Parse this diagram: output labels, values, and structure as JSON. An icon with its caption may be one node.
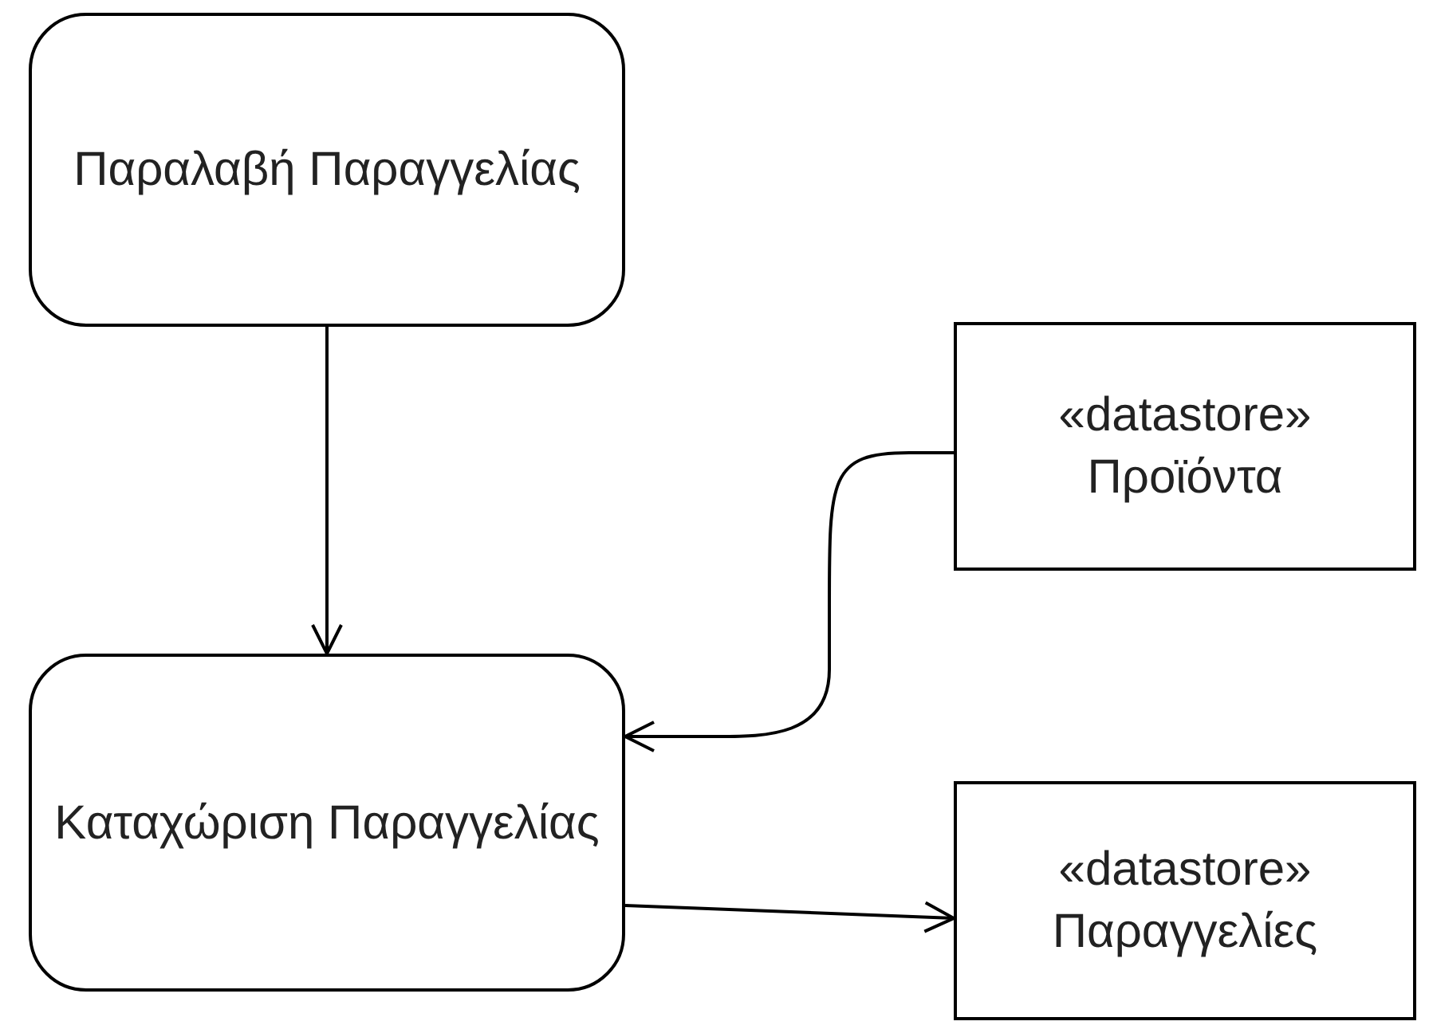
{
  "diagram": {
    "nodes": [
      {
        "text": [
          "Παραλαβή Παραγγελίας"
        ]
      },
      {
        "text": [
          "«datastore» Προϊόντα"
        ]
      },
      {
        "text": [
          "Καταχώριση Παραγγελίας"
        ]
      },
      {
        "text": [
          "«datastore» Παραγγελίες"
        ]
      }
    ],
    "edges": [
      {
        "from": 0,
        "to": 2,
        "arrow": "to"
      },
      {
        "from": 1,
        "to": 2,
        "arrow": "to"
      },
      {
        "from": 2,
        "to": 3,
        "arrow": "to"
      }
    ]
  }
}
